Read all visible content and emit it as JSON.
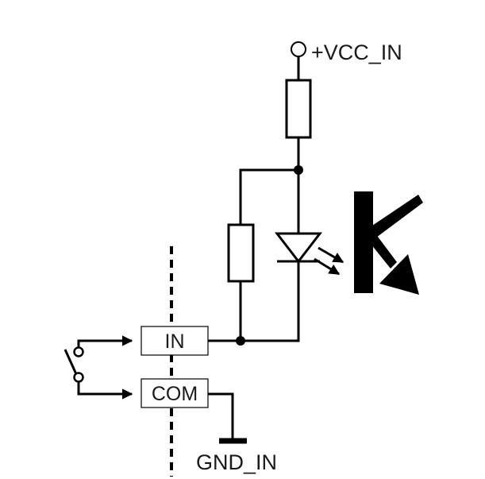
{
  "labels": {
    "vcc": "+VCC_IN",
    "input": "IN",
    "common": "COM",
    "ground": "GND_IN"
  },
  "colors": {
    "stroke": "#000000",
    "text": "#1a1a1a",
    "background": "#ffffff"
  },
  "components": {
    "supply_terminal": "vcc-terminal-circle",
    "top_resistor": "series-resistor",
    "parallel_resistor": "shunt-resistor",
    "emitter": "led-diode-with-light-arrows",
    "receiver": "phototransistor-symbol",
    "contact": "switch-contact",
    "isolation": "dashed-isolation-line"
  }
}
